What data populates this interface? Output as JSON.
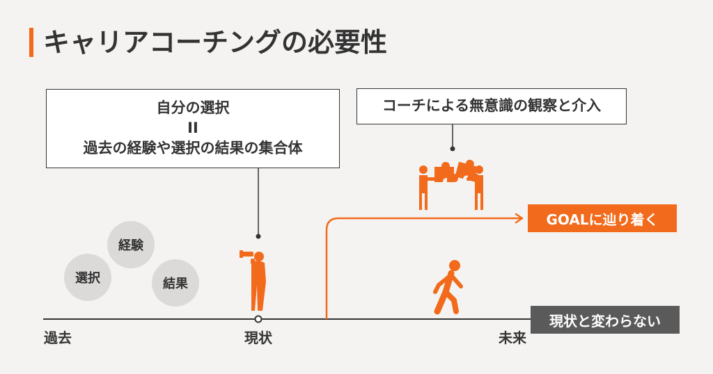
{
  "title": "キャリアコーチングの必要性",
  "past_box": {
    "line1": "自分の選択",
    "line2": "II",
    "line3": "過去の経験や選択の結果の集合体"
  },
  "coach_box": "コーチによる無意識の観察と介入",
  "bubbles": {
    "experience": "経験",
    "choice": "選択",
    "result": "結果"
  },
  "timeline": {
    "past": "過去",
    "present": "現状",
    "future": "未来"
  },
  "goal_tag": "GOALに辿り着く",
  "same_tag": "現状と変わらない",
  "colors": {
    "accent": "#f26a1b",
    "dark": "#333333",
    "gray_tag": "#5a5a5a",
    "bubble": "#dcdad8",
    "background": "#f4f3f1"
  },
  "icons": [
    "telescope-person-icon",
    "puzzle-people-icon",
    "walking-person-icon",
    "arrow-right-icon"
  ]
}
